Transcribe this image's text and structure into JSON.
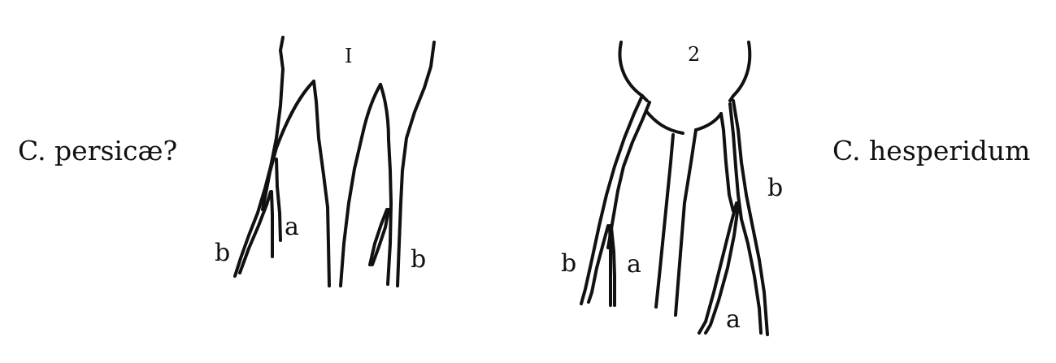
{
  "figures": [
    {
      "number": "I",
      "species": "C. persicæ?",
      "labels": [
        "a",
        "b",
        "b"
      ]
    },
    {
      "number": "2",
      "species": "C. hesperidum",
      "labels": [
        "b",
        "a",
        "b",
        "a"
      ]
    }
  ]
}
